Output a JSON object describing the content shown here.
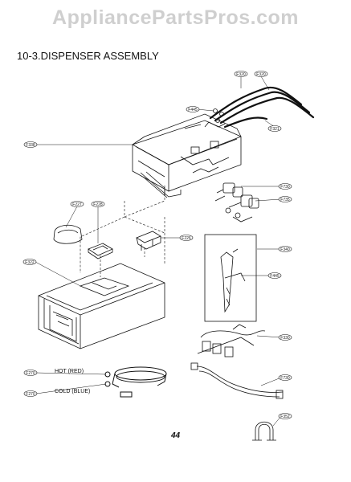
{
  "header": {
    "watermark": "AppliancePartsPros.com",
    "section_title": "10-3.DISPENSER ASSEMBLY"
  },
  "hose_labels": {
    "hot": "HOT (RED)",
    "cold": "COLD (BLUE)"
  },
  "callouts": [
    {
      "id": "c-top-a",
      "label": "F320"
    },
    {
      "id": "c-top-b",
      "label": "F320"
    },
    {
      "id": "c-clip",
      "label": "F445"
    },
    {
      "id": "c-tube",
      "label": "F321"
    },
    {
      "id": "c-housing",
      "label": "F338"
    },
    {
      "id": "c-valve-a",
      "label": "F730"
    },
    {
      "id": "c-valve-b",
      "label": "F735"
    },
    {
      "id": "c-cap-a",
      "label": "F227"
    },
    {
      "id": "c-cap-b",
      "label": "F228"
    },
    {
      "id": "c-cover",
      "label": "F226"
    },
    {
      "id": "c-drawer",
      "label": "F322"
    },
    {
      "id": "c-bracket",
      "label": "F340"
    },
    {
      "id": "c-hose-int",
      "label": "F445"
    },
    {
      "id": "c-harness-a",
      "label": "F330"
    },
    {
      "id": "c-harness-b",
      "label": "F730"
    },
    {
      "id": "c-clamp",
      "label": "F352"
    },
    {
      "id": "c-hot",
      "label": "F270"
    },
    {
      "id": "c-cold",
      "label": "F270"
    }
  ],
  "page": {
    "number": "44"
  },
  "colors": {
    "line": "#111111",
    "watermark": "#cfcfcf"
  }
}
